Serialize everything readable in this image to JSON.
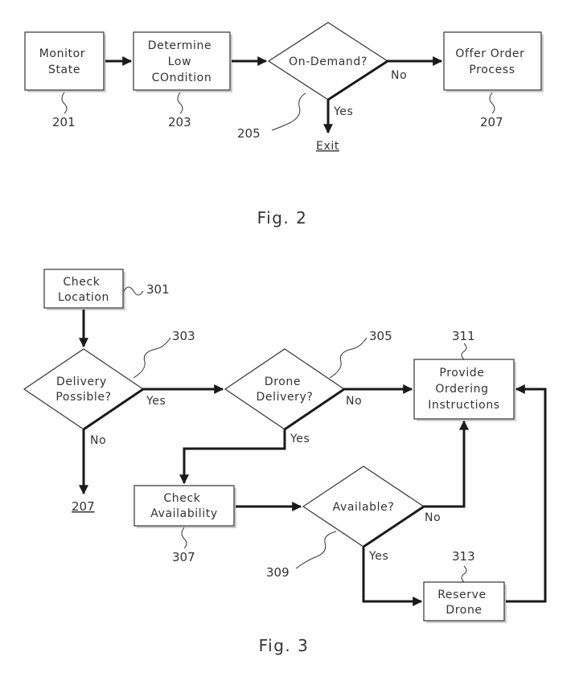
{
  "fig2": {
    "caption": "Fig. 2",
    "nodes": {
      "monitor": [
        "Monitor",
        "State"
      ],
      "determine": [
        "Determine",
        "Low",
        "COndition"
      ],
      "ondemand": [
        "On-Demand?"
      ],
      "offer": [
        "Offer Order",
        "Process"
      ]
    },
    "refs": {
      "monitor": "201",
      "determine": "203",
      "ondemand": "205",
      "offer": "207"
    },
    "labels": {
      "no": "No",
      "yes": "Yes",
      "exit": "Exit"
    }
  },
  "fig3": {
    "caption": "Fig. 3",
    "nodes": {
      "check_location": [
        "Check",
        "Location"
      ],
      "delivery_possible": [
        "Delivery",
        "Possible?"
      ],
      "drone_delivery": [
        "Drone",
        "Delivery?"
      ],
      "provide": [
        "Provide",
        "Ordering",
        "Instructions"
      ],
      "check_availability": [
        "Check",
        "Availability"
      ],
      "available": [
        "Available?"
      ],
      "reserve": [
        "Reserve",
        "Drone"
      ]
    },
    "refs": {
      "check_location": "301",
      "delivery_possible": "303",
      "drone_delivery": "305",
      "provide": "311",
      "check_availability": "307",
      "available": "309",
      "reserve": "313"
    },
    "labels": {
      "yes_dp": "Yes",
      "no_dp": "No",
      "target_207": "207",
      "no_dd": "No",
      "yes_dd": "Yes",
      "no_av": "No",
      "yes_av": "Yes"
    }
  }
}
